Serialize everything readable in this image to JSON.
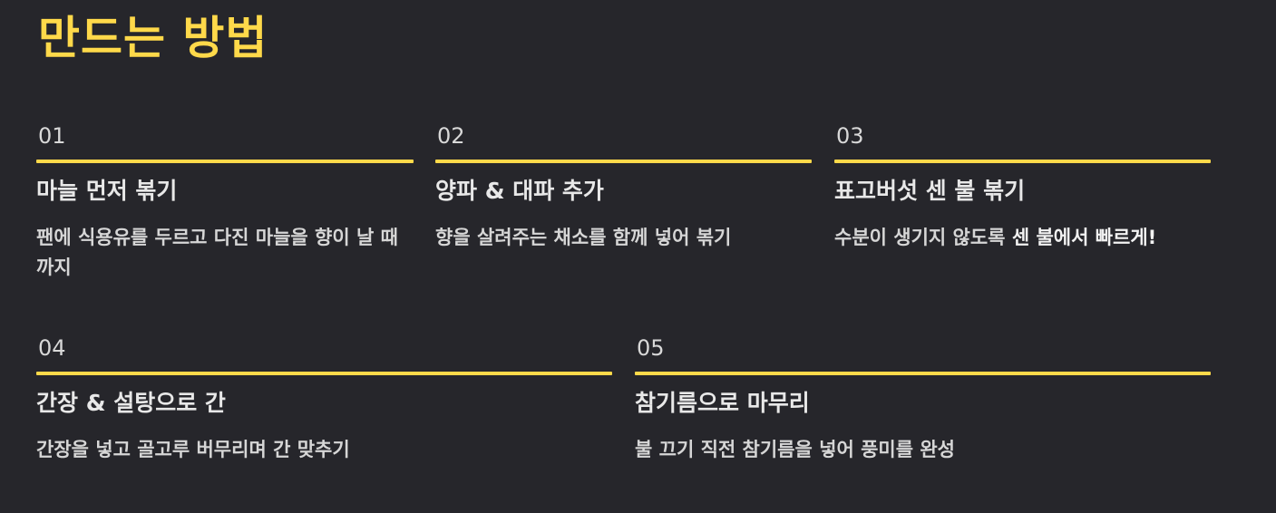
{
  "page": {
    "title": "만드는 방법"
  },
  "steps": [
    {
      "number": "01",
      "title": "마늘 먼저 볶기",
      "description": "팬에 식용유를 두르고 다진 마늘을 향이 날 때까지"
    },
    {
      "number": "02",
      "title": "양파 & 대파 추가",
      "description": "향을 살려주는 채소를 함께 넣어 볶기"
    },
    {
      "number": "03",
      "title": "표고버섯 센 불 볶기",
      "description_plain": "수분이 생기지 않도록 ",
      "description_emphasis": "센 불에서 빠르게!"
    },
    {
      "number": "04",
      "title": "간장 & 설탕으로 간",
      "description": "간장을 넣고 골고루 버무리며 간 맞추기"
    },
    {
      "number": "05",
      "title": "참기름으로 마무리",
      "description": "불 끄기 직전 참기름을 넣어 풍미를 완성"
    }
  ],
  "colors": {
    "background": "#26262b",
    "accent": "#ffd94a",
    "text": "#e6e6e6"
  }
}
